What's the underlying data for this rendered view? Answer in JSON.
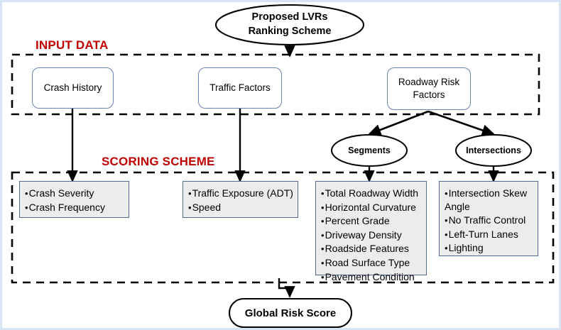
{
  "diagram": {
    "title_node": {
      "label": "Proposed LVRs\nRanking Scheme",
      "line1": "Proposed LVRs",
      "line2": "Ranking Scheme"
    },
    "frames": [
      {
        "id": "input-data",
        "label": "INPUT DATA",
        "color": "#c00000"
      },
      {
        "id": "scoring-scheme",
        "label": "SCORING SCHEME",
        "color": "#c00000"
      }
    ],
    "input_nodes": [
      {
        "id": "crash-history",
        "label": "Crash History"
      },
      {
        "id": "traffic-factors",
        "label": "Traffic Factors"
      },
      {
        "id": "roadway-risk-factors",
        "line1": "Roadway Risk",
        "line2": "Factors",
        "label": "Roadway Risk Factors"
      }
    ],
    "branch_nodes": [
      {
        "id": "segments",
        "label": "Segments"
      },
      {
        "id": "intersections",
        "label": "Intersections"
      }
    ],
    "score_boxes": [
      {
        "id": "crash-history-scores",
        "items": [
          "Crash Severity",
          "Crash Frequency"
        ]
      },
      {
        "id": "traffic-factors-scores",
        "items": [
          "Traffic Exposure (ADT)",
          "Speed"
        ]
      },
      {
        "id": "segments-scores",
        "items": [
          "Total Roadway Width",
          "Horizontal Curvature",
          "Percent Grade",
          "Driveway Density",
          "Roadside Features",
          "Road Surface Type",
          "Pavement Condition"
        ]
      },
      {
        "id": "intersections-scores",
        "items": [
          "Intersection Skew Angle",
          "No Traffic Control",
          "Left-Turn Lanes",
          "Lighting"
        ]
      }
    ],
    "output_node": {
      "id": "global-risk-score",
      "label": "Global Risk Score"
    },
    "colors": {
      "label_red": "#c00000",
      "box_border_blue": "#6b82aa",
      "score_box_border": "#55688f",
      "score_box_fill": "#ececec",
      "connector_black": "#000000",
      "page_border": "#d6e4f5"
    }
  }
}
